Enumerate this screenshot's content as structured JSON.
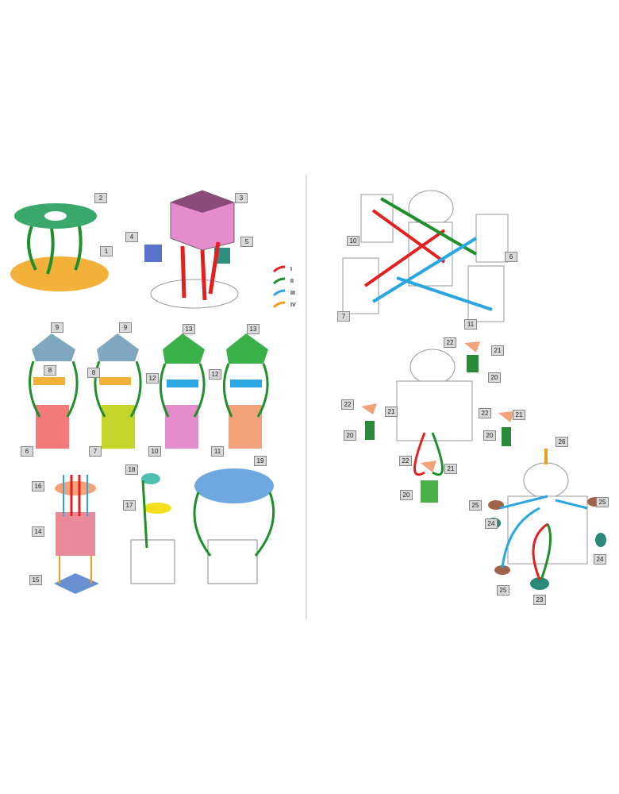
{
  "legend": [
    {
      "label": "I",
      "color": "#e32020"
    },
    {
      "label": "II",
      "color": "#1e8f2a"
    },
    {
      "label": "III",
      "color": "#2aa6e0"
    },
    {
      "label": "IV",
      "color": "#f0a020"
    }
  ],
  "labels": [
    "2",
    "1",
    "3",
    "4",
    "5",
    "9",
    "8",
    "6",
    "9",
    "8",
    "7",
    "13",
    "12",
    "10",
    "13",
    "12",
    "11",
    "16",
    "14",
    "15",
    "18",
    "17",
    "19",
    "10",
    "6",
    "7",
    "11",
    "22",
    "21",
    "20",
    "22",
    "21",
    "20",
    "22",
    "21",
    "20",
    "26",
    "22",
    "21",
    "20",
    "25",
    "25",
    "24",
    "24",
    "25",
    "23"
  ],
  "colors": {
    "green": "#3aa86a",
    "orange": "#f4b13a",
    "pink": "#e58ccc",
    "blue": "#5a73c8",
    "teal": "#2f8f7e",
    "grayblue": "#7fa8c0",
    "salmon": "#f27a7a",
    "lime": "#c4d62a",
    "peach": "#f4a27a",
    "lightblue": "#8ec3ec",
    "brown": "#a0624a"
  }
}
